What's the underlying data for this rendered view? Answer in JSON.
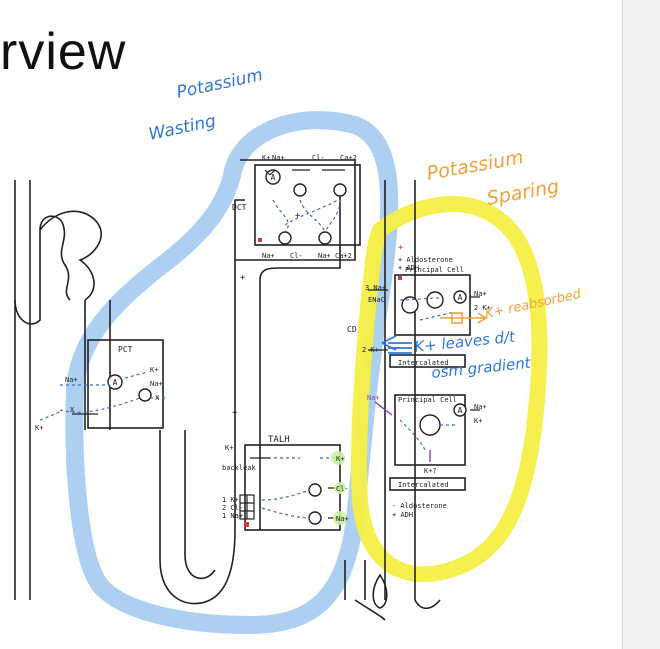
{
  "slide": {
    "title": "rview"
  },
  "handwritten": {
    "potassium_wasting_line1": "Potassium",
    "potassium_wasting_line2": "Wasting",
    "potassium_sparing_line1": "Potassium",
    "potassium_sparing_line2": "Sparing",
    "k_reabsorbed": "K+ reabsorbed",
    "k_leaves_line1": "K+ leaves d/t",
    "k_leaves_line2": "osm gradient"
  },
  "labels": {
    "pct": "PCT",
    "dct": "DCT",
    "talh": "TALH",
    "cd": "CD",
    "principal_cell": "Principal Cell",
    "intercalated": "Intercalated",
    "aldosterone_plus": "+ Aldosterone",
    "adh_plus": "+ ADH",
    "aldosterone_minus": "- Aldosterone",
    "k_question": "K+?",
    "backleak": "backleak",
    "enac": "ENaC",
    "na": "Na+",
    "k": "K+",
    "cl": "Cl-",
    "ca": "Ca+2",
    "x": "X",
    "a": "A",
    "plus": "+",
    "three_na": "3 Na+",
    "two_k": "2 K+",
    "one_k": "1 K+",
    "two_cl": "2 Cl-",
    "one_na": "1 Na+"
  },
  "colors": {
    "blue_highlight": "#a9cdf1",
    "yellow_highlight": "#f4ef45",
    "blue_ink": "#2f78d8",
    "orange_ink": "#f2a23a",
    "line_ink": "#222222",
    "arrow_ink": "#3a6fc4",
    "purple_ink": "#8a3fb0",
    "green_glow": "#c9f2a0",
    "red_dot": "#d83a3a"
  }
}
